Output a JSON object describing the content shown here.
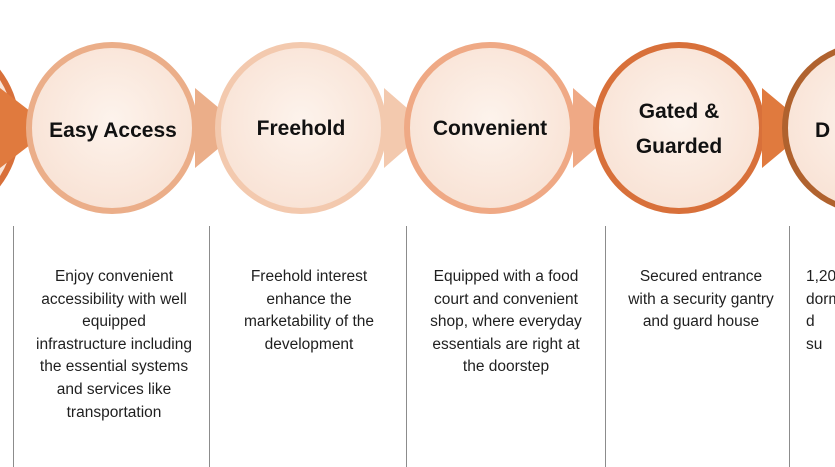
{
  "colors": {
    "arrow_dark": "#e07a3e",
    "arrow_light": "#f2c3a6",
    "ring_dark": "#d8703a",
    "ring_light": "#f3c9ae",
    "fill_inner": "#fbeae0",
    "divider": "#8c8c8c"
  },
  "steps": [
    {
      "id": "step-partial-left",
      "title_lines": [
        ""
      ],
      "description": ""
    },
    {
      "id": "easy-access",
      "title_lines": [
        "Easy Access"
      ],
      "description": "Enjoy convenient\naccessibility with well\nequipped\ninfrastructure including\nthe essential systems\nand services like\ntransportation"
    },
    {
      "id": "freehold",
      "title_lines": [
        "Freehold"
      ],
      "description": "Freehold interest\nenhance the\nmarketability of the\ndevelopment"
    },
    {
      "id": "convenient",
      "title_lines": [
        "Convenient"
      ],
      "description": "Equipped with a food\ncourt and convenient\nshop, where everyday\nessentials are right at\nthe doorstep"
    },
    {
      "id": "gated-guarded",
      "title_lines": [
        "Gated &",
        "Guarded"
      ],
      "description": "Secured entrance\nwith a security gantry\nand guard house"
    },
    {
      "id": "partial-right",
      "title_lines": [
        "D"
      ],
      "description": "1,20\ndorm\nd\nsu"
    }
  ]
}
